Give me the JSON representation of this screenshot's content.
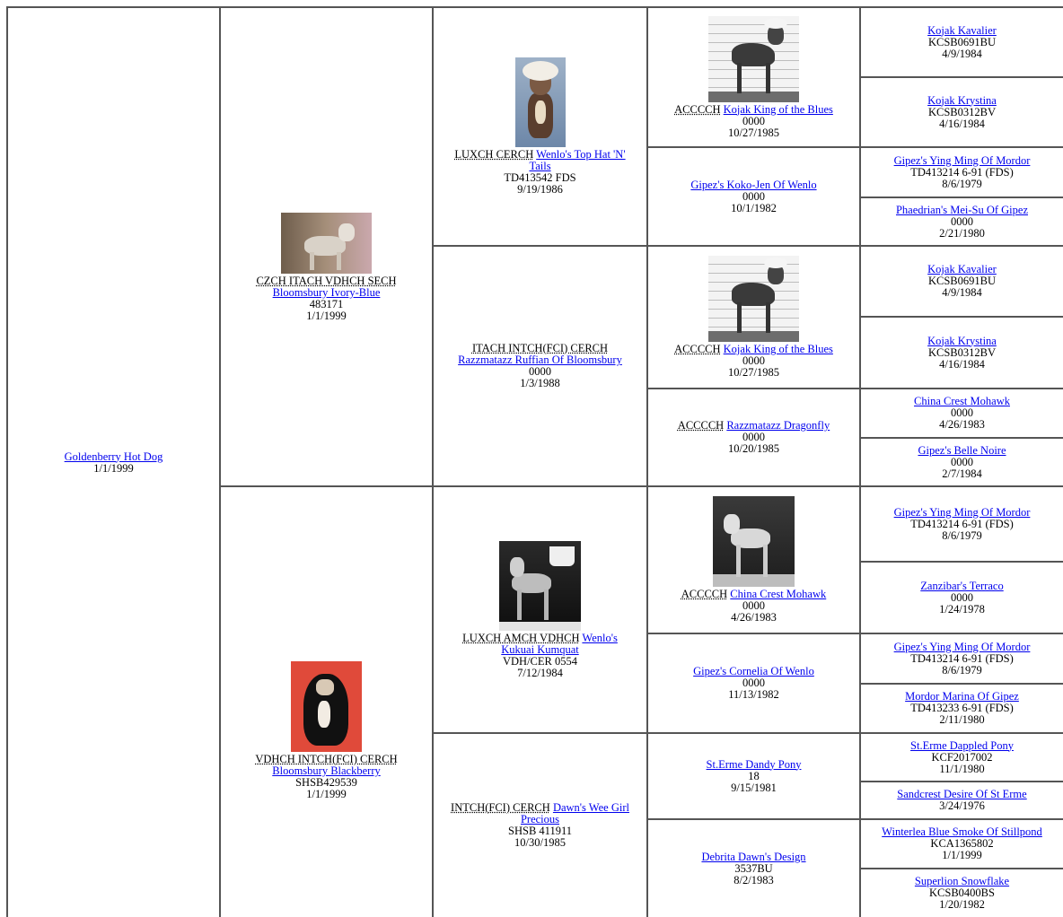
{
  "subject": {
    "name": "Goldenberry Hot Dog",
    "date": "1/1/1999"
  },
  "gen1": [
    {
      "titles": "CZCH ITACH VDHCH SECH",
      "name": "Bloomsbury Ivory-Blue",
      "reg": "483171",
      "date": "1/1/1999",
      "photo": "dog-photo"
    },
    {
      "titles": "VDHCH INTCH(FCI) CERCH",
      "name": "Bloomsbury Blackberry",
      "reg": "SHSB429539",
      "date": "1/1/1999",
      "photo": "dog-photo"
    }
  ],
  "gen2": [
    {
      "titles": "LUXCH CERCH",
      "name": "Wenlo's Top Hat 'N' Tails",
      "reg": "TD413542 FDS",
      "date": "9/19/1986",
      "photo": "dog-photo"
    },
    {
      "titles": "ITACH INTCH(FCI) CERCH",
      "name": "Razzmatazz Ruffian Of Bloomsbury",
      "reg": "0000",
      "date": "1/3/1988"
    },
    {
      "titles": "LUXCH AMCH VDHCH",
      "name": "Wenlo's Kukuai Kumquat",
      "reg": "VDH/CER 0554",
      "date": "7/12/1984",
      "photo": "dog-photo"
    },
    {
      "titles": "INTCH(FCI) CERCH",
      "name": "Dawn's Wee Girl Precious",
      "reg": "SHSB 411911",
      "date": "10/30/1985"
    }
  ],
  "gen3": [
    {
      "titles": "ACCCCH",
      "name": "Kojak King of the Blues",
      "reg": "0000",
      "date": "10/27/1985",
      "photo": "dog-photo"
    },
    {
      "titles": "",
      "name": "Gipez's Koko-Jen Of Wenlo",
      "reg": "0000",
      "date": "10/1/1982"
    },
    {
      "titles": "ACCCCH",
      "name": "Kojak King of the Blues",
      "reg": "0000",
      "date": "10/27/1985",
      "photo": "dog-photo"
    },
    {
      "titles": "ACCCCH",
      "name": "Razzmatazz Dragonfly",
      "reg": "0000",
      "date": "10/20/1985"
    },
    {
      "titles": "ACCCCH",
      "name": "China Crest Mohawk",
      "reg": "0000",
      "date": "4/26/1983",
      "photo": "dog-photo"
    },
    {
      "titles": "",
      "name": "Gipez's Cornelia Of Wenlo",
      "reg": "0000",
      "date": "11/13/1982"
    },
    {
      "titles": "",
      "name": "St.Erme Dandy Pony",
      "reg": "18",
      "date": "9/15/1981"
    },
    {
      "titles": "",
      "name": "Debrita Dawn's Design",
      "reg": "3537BU",
      "date": "8/2/1983"
    }
  ],
  "gen4": [
    {
      "name": "Kojak Kavalier",
      "reg": "KCSB0691BU",
      "date": "4/9/1984"
    },
    {
      "name": "Kojak Krystina",
      "reg": "KCSB0312BV",
      "date": "4/16/1984"
    },
    {
      "name": "Gipez's Ying Ming Of Mordor",
      "reg": "TD413214 6-91 (FDS)",
      "date": "8/6/1979"
    },
    {
      "name": "Phaedrian's Mei-Su Of Gipez",
      "reg": "0000",
      "date": "2/21/1980"
    },
    {
      "name": "Kojak Kavalier",
      "reg": "KCSB0691BU",
      "date": "4/9/1984"
    },
    {
      "name": "Kojak Krystina",
      "reg": "KCSB0312BV",
      "date": "4/16/1984"
    },
    {
      "name": "China Crest Mohawk",
      "reg": "0000",
      "date": "4/26/1983"
    },
    {
      "name": "Gipez's Belle Noire",
      "reg": "0000",
      "date": "2/7/1984"
    },
    {
      "name": "Gipez's Ying Ming Of Mordor",
      "reg": "TD413214 6-91 (FDS)",
      "date": "8/6/1979"
    },
    {
      "name": "Zanzibar's Terraco",
      "reg": "0000",
      "date": "1/24/1978"
    },
    {
      "name": "Gipez's Ying Ming Of Mordor",
      "reg": "TD413214 6-91 (FDS)",
      "date": "8/6/1979"
    },
    {
      "name": "Mordor Marina Of Gipez",
      "reg": "TD413233 6-91 (FDS)",
      "date": "2/11/1980"
    },
    {
      "name": "St.Erme Dappled Pony",
      "reg": "KCF2017002",
      "date": "11/1/1980"
    },
    {
      "name": "Sandcrest Desire Of St Erme",
      "reg": "",
      "date": "3/24/1976"
    },
    {
      "name": "Winterlea Blue Smoke Of Stillpond",
      "reg": "KCA1365802",
      "date": "1/1/1999"
    },
    {
      "name": "Superlion Snowflake",
      "reg": "KCSB0400BS",
      "date": "1/20/1982"
    }
  ]
}
